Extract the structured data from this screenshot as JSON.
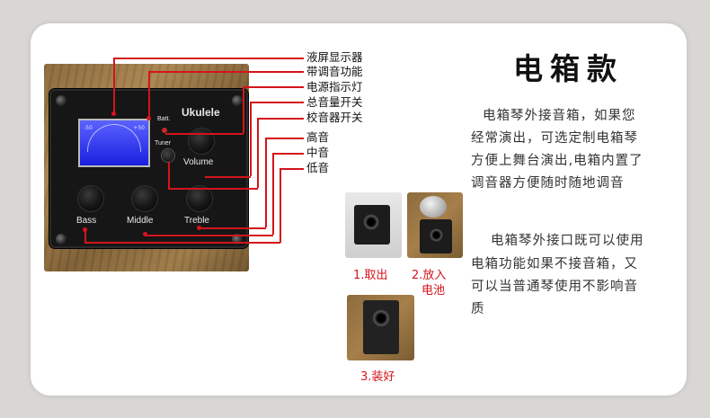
{
  "callouts": [
    "液屏显示器",
    "带调音功能",
    "电源指示灯",
    "总音量开关",
    "校音器开关",
    "高音",
    "中音",
    "低音"
  ],
  "panel": {
    "brand": "Ukulele",
    "batt_label": "Batt.",
    "tuner_label": "Tuner",
    "volume_label": "Volume",
    "bass_label": "Bass",
    "middle_label": "Middle",
    "treble_label": "Treble",
    "lcd_left_tick": "-50",
    "lcd_right_tick": "+50"
  },
  "heading": "电箱款",
  "paragraph1": [
    "电箱琴外接音箱，如果您",
    "经常演出，可选定制电箱琴",
    "方便上舞台演出,电箱内置了",
    "调音器方便随时随地调音"
  ],
  "paragraph2": [
    "电箱琴外接口既可以使用",
    "电箱功能如果不接音箱，又",
    "可以当普通琴使用不影响音",
    "质"
  ],
  "steps": {
    "step1": "1.取出",
    "step2_line1": "2.放入",
    "step2_line2": "电池",
    "step3": "3.装好"
  },
  "colors": {
    "accent": "#d4141b",
    "lcd": "#2a31f0",
    "background": "#d9d7d4"
  }
}
